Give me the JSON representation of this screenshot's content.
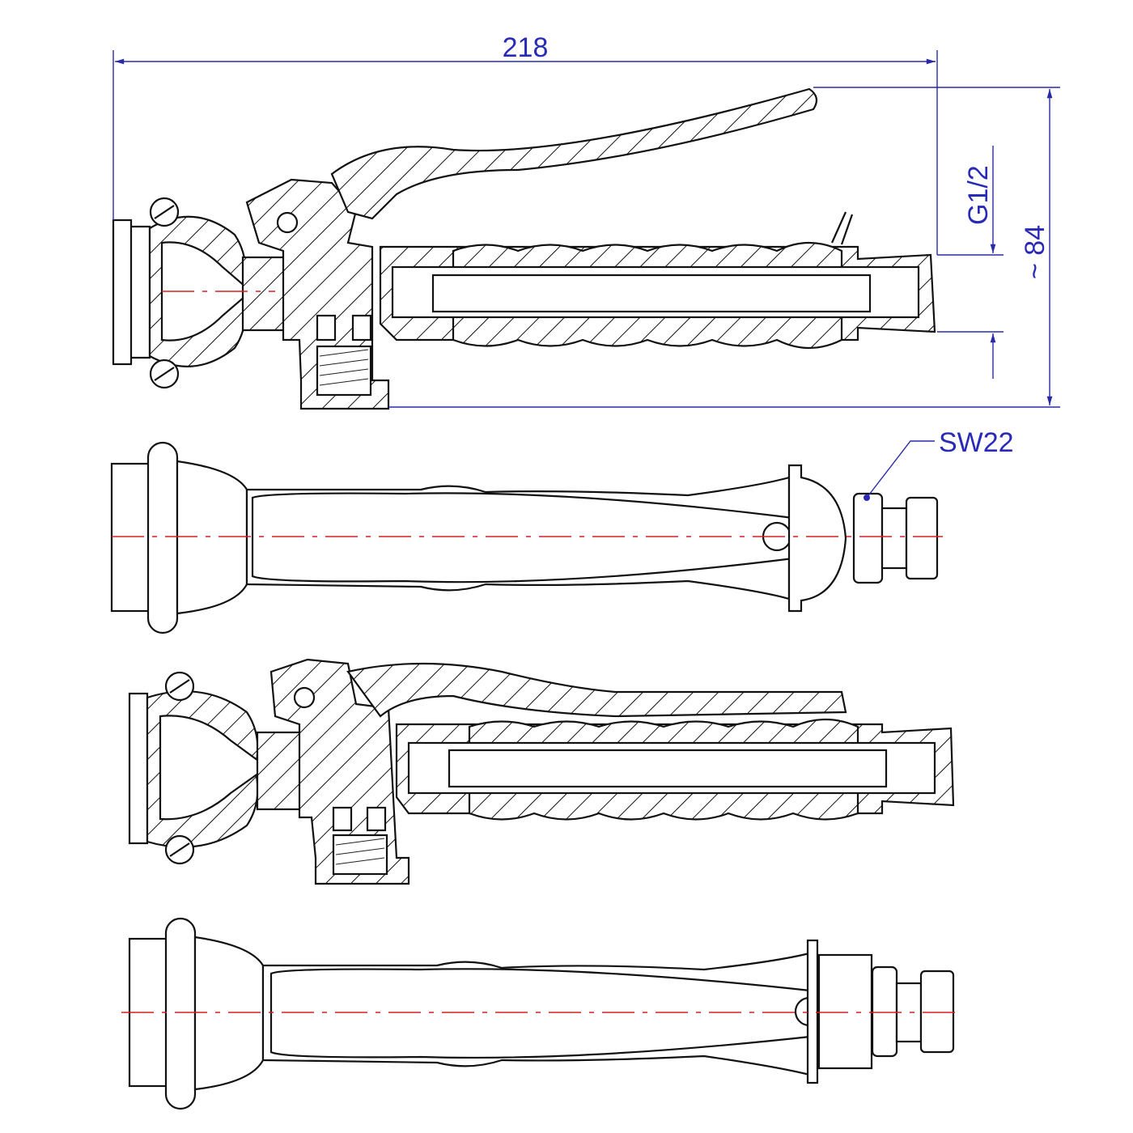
{
  "dimensions": {
    "overall_length": "218",
    "thread": "G1/2",
    "height": "~ 84",
    "wrench_size": "SW22"
  },
  "colors": {
    "dimension": "#2a2ab8",
    "centerline": "#d42020",
    "outline": "#111111"
  }
}
